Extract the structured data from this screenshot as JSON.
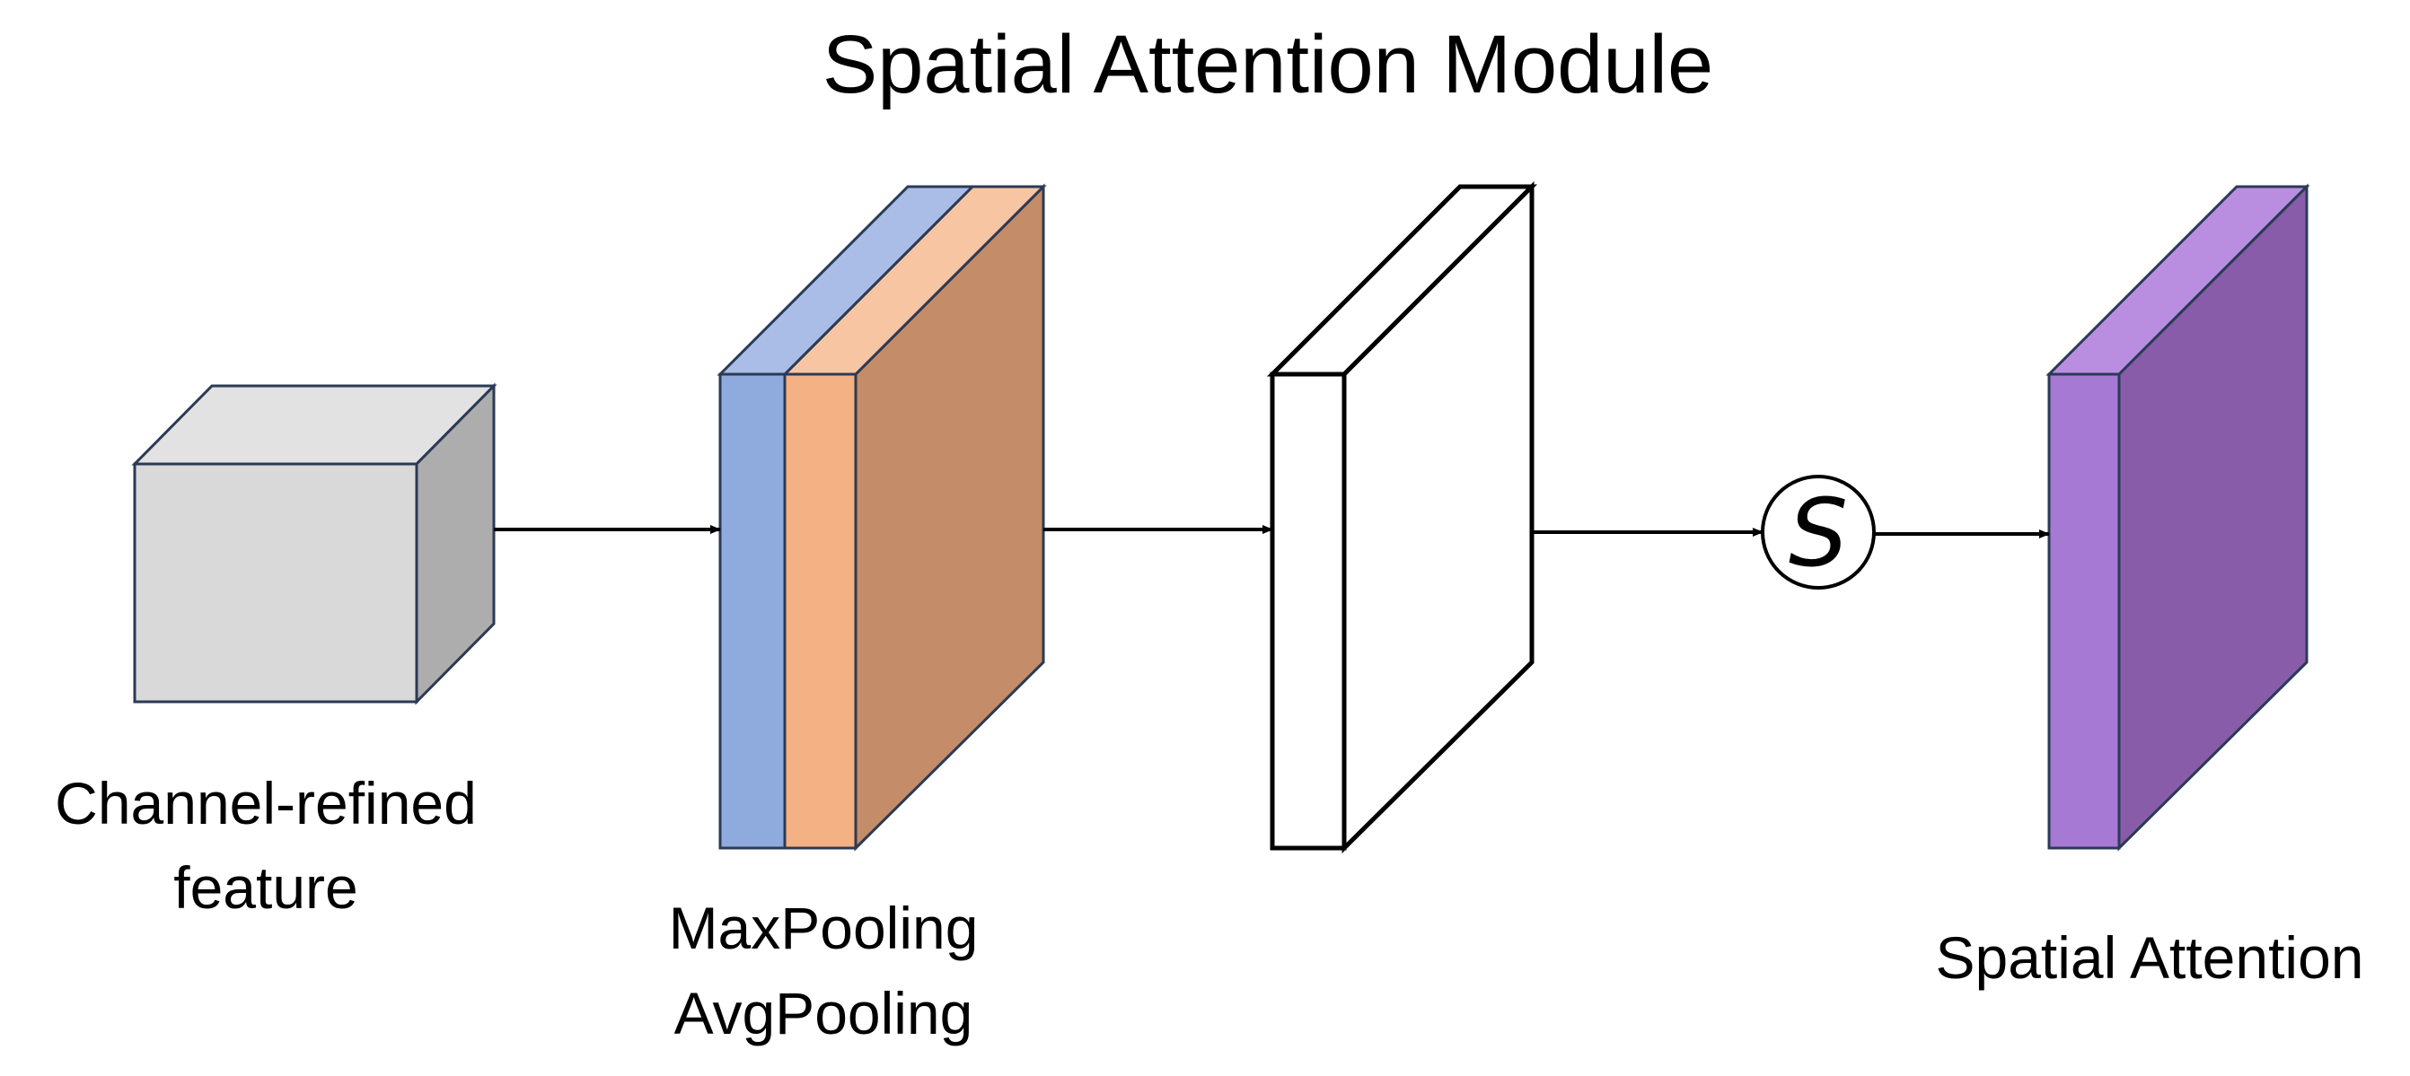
{
  "title": "Spatial Attention Module",
  "labels": {
    "input_line1": "Channel-refined",
    "input_line2": "feature",
    "pooling_line1": "MaxPooling",
    "pooling_line2": "AvgPooling",
    "output": "Spatial Attention"
  },
  "sigmoid_symbol": "S",
  "colors": {
    "input_front": "#d9d9d9",
    "input_top": "#e2e2e2",
    "input_side": "#adadad",
    "maxpool_front": "#8faadc",
    "maxpool_top": "#a9bde6",
    "avgpool_front": "#f4b183",
    "avgpool_top": "#f7c5a2",
    "avgpool_side": "#c48c68",
    "output_front": "#a679d4",
    "output_top": "#b98ee0",
    "output_side": "#885ca9",
    "outline": "#2b3a55",
    "arrow": "#000000"
  }
}
